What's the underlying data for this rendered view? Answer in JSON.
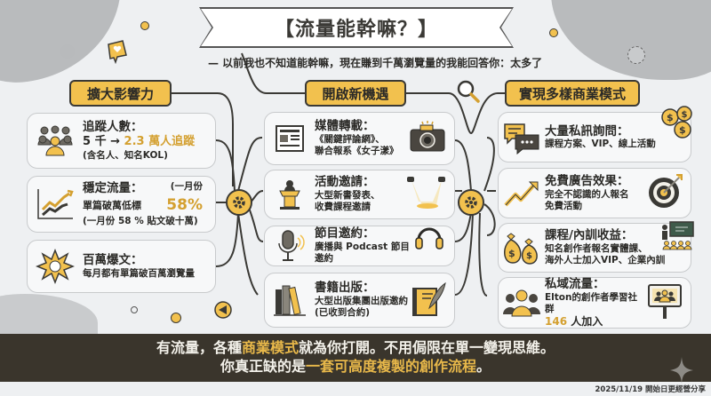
{
  "header": {
    "title": "【流量能幹嘛？】",
    "subtitle": "— 以前我也不知道能幹嘛，現在賺到千萬瀏覽量的我能回答你：太多了"
  },
  "columns": [
    {
      "header": "擴大影響力",
      "cards": [
        {
          "icon": "people-group-icon",
          "title": "追蹤人數：",
          "line1_prefix": "5 千 → ",
          "line1_highlight": "2.3 萬人追蹤",
          "line2": "(含名人、知名KOL)"
        },
        {
          "icon": "trending-chart-icon",
          "title": "穩定流量：",
          "line1": "單篇破萬低標",
          "side_label": "(一月份",
          "side_value": "58%",
          "line2": "(一月份 58 % 貼文破十萬)"
        },
        {
          "icon": "explosion-icon",
          "title": "百萬爆文：",
          "line1": "每月都有單篇破百萬瀏覽量"
        }
      ]
    },
    {
      "header": "開啟新機遇",
      "cards": [
        {
          "icon": "newspaper-icon",
          "right_icon": "camera-icon",
          "title": "媒體轉載：",
          "line1": "《關鍵評論網》、",
          "line2": "聯合報系《女子漾》"
        },
        {
          "icon": "podium-icon",
          "right_icon": "spotlight-icon",
          "title": "活動邀請：",
          "line1": "大型新書發表、",
          "line2": "收費課程邀請"
        },
        {
          "icon": "microphone-icon",
          "right_icon": "headphones-icon",
          "title": "節目邀約：",
          "line1": "廣播與 Podcast 節目邀約"
        },
        {
          "icon": "books-icon",
          "right_icon": "book-quill-icon",
          "title": "書籍出版：",
          "line1": "大型出版集團出版邀約",
          "line2": "(已收到合約)"
        }
      ]
    },
    {
      "header": "實現多樣商業模式",
      "cards": [
        {
          "icon": "chat-bubbles-icon",
          "right_icon": "coins-icon",
          "title": "大量私訊詢問：",
          "line1": "課程方案、VIP、線上活動"
        },
        {
          "icon": "growth-arrow-icon",
          "right_icon": "target-icon",
          "title": "免費廣告效果：",
          "line1": "完全不認識的人報名",
          "line2": "免費活動"
        },
        {
          "icon": "money-bags-icon",
          "right_icon": "classroom-icon",
          "title": "課程/內訓收益：",
          "line1": "知名創作者報名實體課、",
          "line2": "海外人士加入VIP、企業內訓"
        },
        {
          "icon": "community-icon",
          "right_icon": "community-sign-icon",
          "title": "私域流量：",
          "line1": "Elton的創作者學習社群",
          "line2_highlight": "146",
          "line2_suffix": " 人加入"
        }
      ]
    }
  ],
  "bottom": {
    "line1_a": "有流量，各種",
    "line1_hl": "商業模式",
    "line1_b": "就為你打開。不用侷限在單一變現思維。",
    "line2_a": "你真正缺的是",
    "line2_hl": "一套可高度複製的創作流程",
    "line2_b": "。"
  },
  "footer": "2025/11/19 開始日更經營分享",
  "colors": {
    "accent": "#f2c14e",
    "highlight": "#d4a030",
    "dark": "#3a352c",
    "background": "#eef0f2"
  }
}
